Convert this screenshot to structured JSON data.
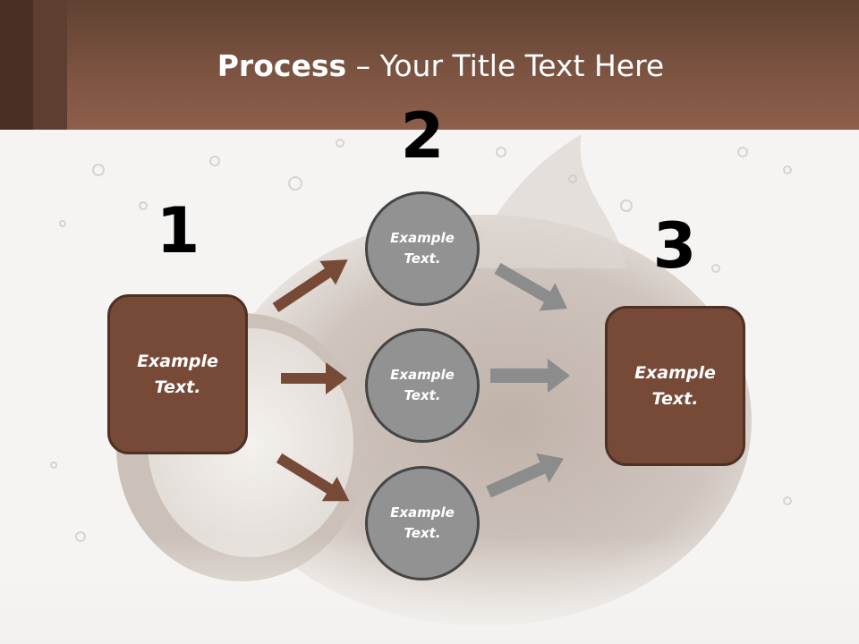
{
  "slide": {
    "title_bold": "Process",
    "title_rest": " – Your Title Text Here",
    "colors": {
      "header_top": "#5f4232",
      "header_bottom": "#8e5f4b",
      "box_fill": "#774a38",
      "box_border": "#4e3024",
      "circle_fill": "#929292",
      "circle_border": "#454545",
      "arrow_brown": "#774a38",
      "arrow_gray": "#8c8c8c",
      "background": "#f6f4f2"
    }
  },
  "steps": [
    {
      "number": "1",
      "label_line1": "Example",
      "label_line2": "Text."
    },
    {
      "number": "2"
    },
    {
      "number": "3",
      "label_line1": "Example",
      "label_line2": "Text."
    }
  ],
  "circles": [
    {
      "label_line1": "Example",
      "label_line2": "Text."
    },
    {
      "label_line1": "Example",
      "label_line2": "Text."
    },
    {
      "label_line1": "Example",
      "label_line2": "Text."
    }
  ]
}
